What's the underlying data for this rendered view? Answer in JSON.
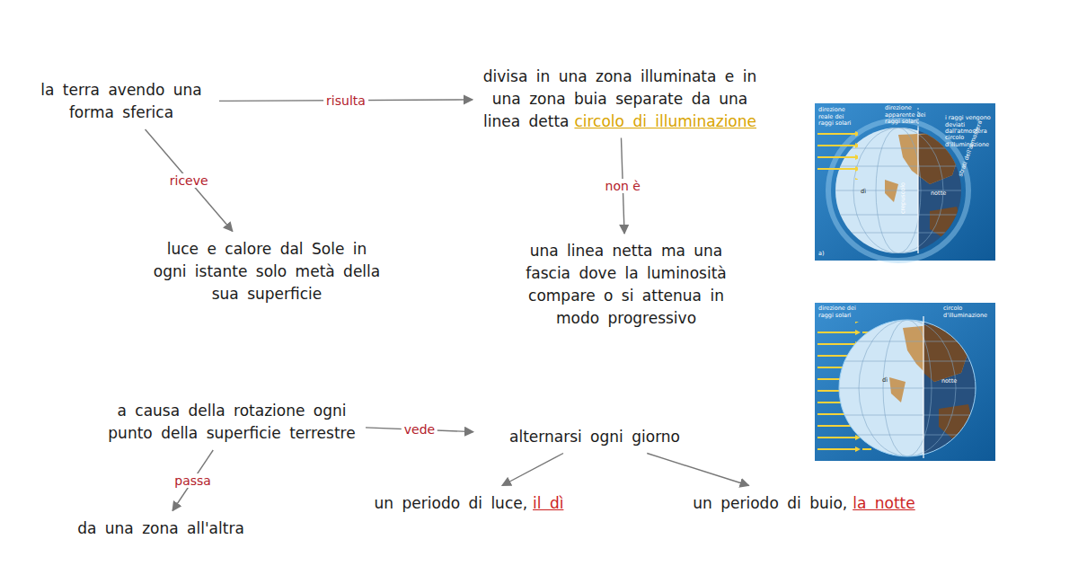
{
  "diagram": {
    "nodes": [
      {
        "text": [
          "la terra avendo una forma sferica"
        ]
      },
      {
        "text": [
          "divisa in una zona illuminata e in una zona buia separate da una linea detta",
          "circolo di illuminazione"
        ]
      },
      {
        "text": [
          "luce e calore dal Sole in ogni istante solo metà della sua superficie"
        ]
      },
      {
        "text": [
          "una linea netta ma una fascia dove la luminosità compare o si attenua in modo progressivo"
        ]
      },
      {
        "text": [
          "a causa della rotazione ogni punto della superficie terrestre"
        ]
      },
      {
        "text": [
          "alternarsi ogni giorno"
        ]
      },
      {
        "text": [
          "da una zona all'altra"
        ]
      },
      {
        "text": [
          "un periodo di luce,",
          "il dì"
        ]
      },
      {
        "text": [
          "un periodo di buio,",
          "la notte"
        ]
      }
    ],
    "edges": [
      {
        "from": 0,
        "to": 1,
        "arrow": "to",
        "label": "risulta"
      },
      {
        "from": 0,
        "to": 2,
        "arrow": "to",
        "label": "riceve"
      },
      {
        "from": 1,
        "to": 3,
        "arrow": "to",
        "label": "non è"
      },
      {
        "from": 4,
        "to": 5,
        "arrow": "to",
        "label": "vede"
      },
      {
        "from": 4,
        "to": 6,
        "arrow": "to",
        "label": "passa"
      },
      {
        "from": 5,
        "to": 7,
        "arrow": "to"
      },
      {
        "from": 5,
        "to": 8,
        "arrow": "to"
      }
    ],
    "labels": [
      "direzione reale dei raggi solari",
      "direzione apparente dei raggi solari",
      "i raggi vengono deviati dall'atmosfera",
      "circolo d'illuminazione",
      "dì",
      "notte",
      "crepuscolo",
      "strati dell'atmosfera",
      "a)",
      "direzione dei raggi solari",
      "circolo d'illuminazione",
      "dì",
      "notte"
    ]
  }
}
